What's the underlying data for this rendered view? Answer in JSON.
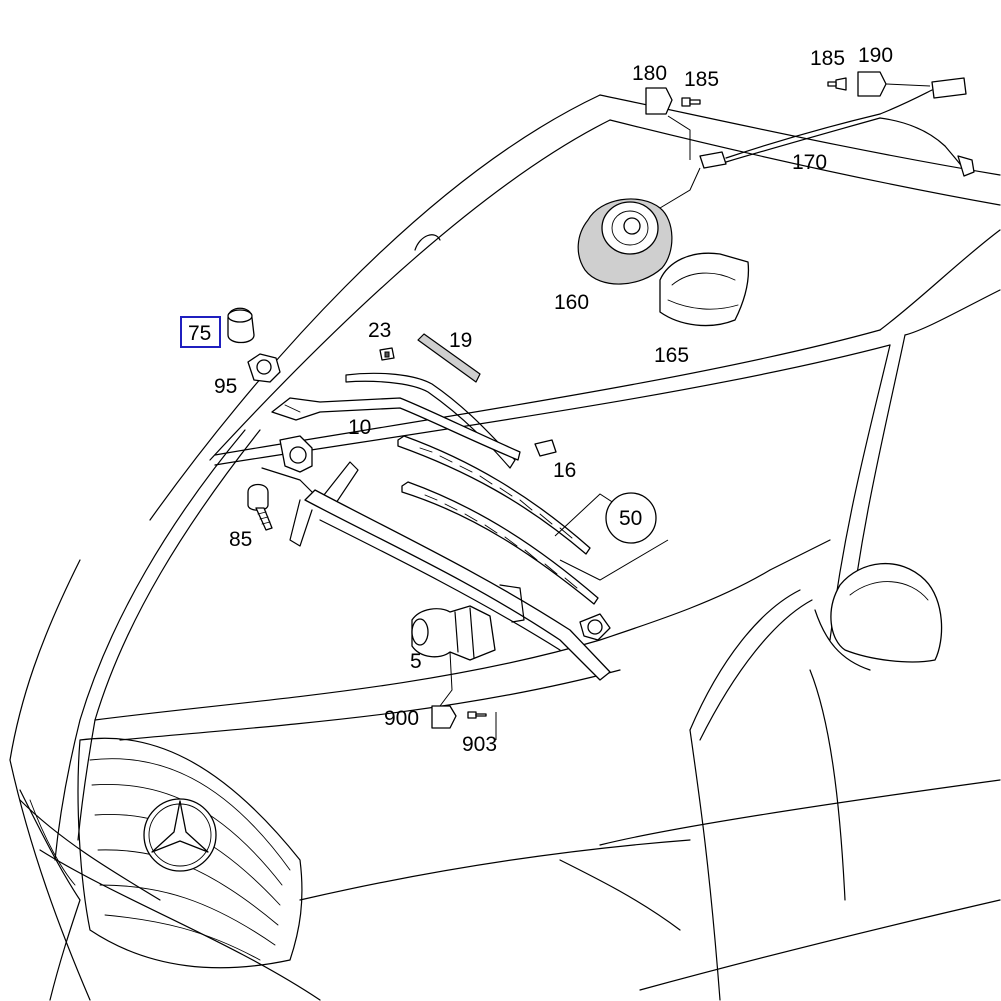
{
  "callouts": {
    "c5": "5",
    "c10": "10",
    "c16": "16",
    "c19": "19",
    "c23": "23",
    "c50": "50",
    "c75": "75",
    "c85": "85",
    "c95": "95",
    "c160": "160",
    "c165": "165",
    "c170": "170",
    "c180": "180",
    "c185a": "185",
    "c185b": "185",
    "c190": "190",
    "c900": "900",
    "c903": "903"
  },
  "colors": {
    "highlight_box": "#1f1fbf",
    "line": "#000000",
    "background": "#ffffff"
  }
}
